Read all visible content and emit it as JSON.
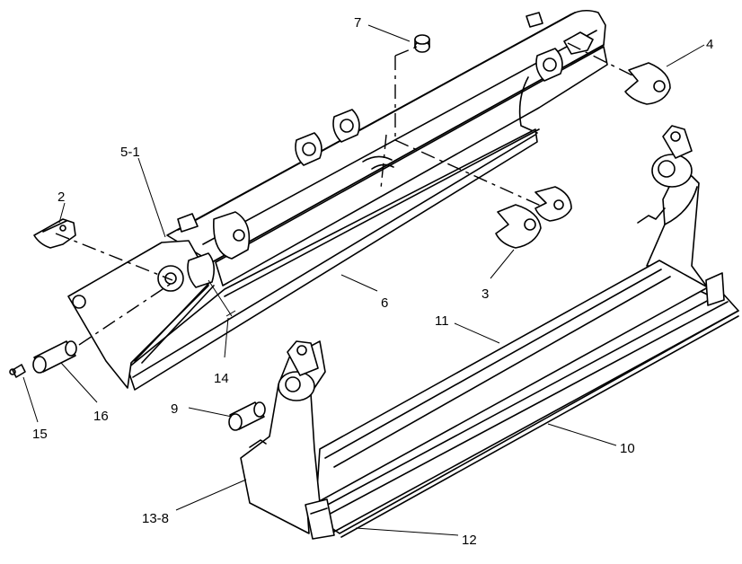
{
  "diagram": {
    "callouts": [
      {
        "id": "c7",
        "text": "7"
      },
      {
        "id": "c4",
        "text": "4"
      },
      {
        "id": "c5-1",
        "text": "5-1"
      },
      {
        "id": "c2",
        "text": "2"
      },
      {
        "id": "c6",
        "text": "6"
      },
      {
        "id": "c3",
        "text": "3"
      },
      {
        "id": "c14",
        "text": "14"
      },
      {
        "id": "c11",
        "text": "11"
      },
      {
        "id": "c9",
        "text": "9"
      },
      {
        "id": "c16",
        "text": "16"
      },
      {
        "id": "c15",
        "text": "15"
      },
      {
        "id": "c10",
        "text": "10"
      },
      {
        "id": "c13-8",
        "text": "13-8"
      },
      {
        "id": "c12",
        "text": "12"
      }
    ]
  }
}
